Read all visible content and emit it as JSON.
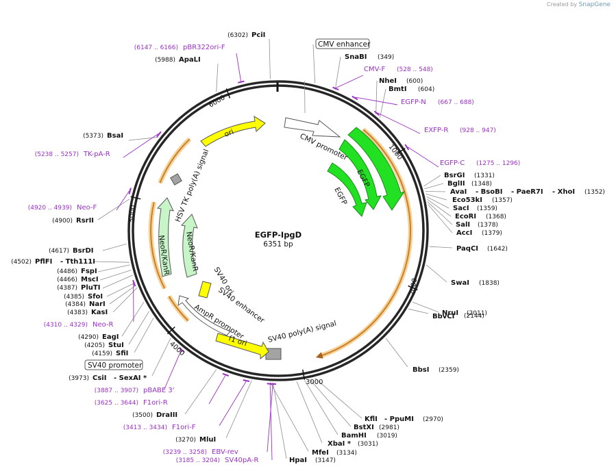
{
  "credit": {
    "prefix": "Created by",
    "brand": "SnapGene"
  },
  "plasmid": {
    "name": "EGFP-IpgD",
    "size": "6351 bp"
  },
  "ticks": [
    "1000",
    "2000",
    "3000",
    "4000",
    "5000",
    "6000"
  ],
  "features": [
    {
      "name": "CMV enhancer",
      "boxed": true
    },
    {
      "name": "CMV promoter"
    },
    {
      "name": "EGFP"
    },
    {
      "name": "EGFP"
    },
    {
      "name": "SV40 poly(A) signal"
    },
    {
      "name": "f1 ori"
    },
    {
      "name": "AmpR promoter"
    },
    {
      "name": "SV40 enhancer"
    },
    {
      "name": "SV40 ori"
    },
    {
      "name": "NeoR/KanR"
    },
    {
      "name": "NeoR/KanR"
    },
    {
      "name": "HSV TK poly(A) signal"
    },
    {
      "name": "ori"
    },
    {
      "name": "SV40 promoter",
      "boxed": true
    }
  ],
  "sites": [
    {
      "name": "PciI",
      "pos": "(6302)"
    },
    {
      "name": "ApaLI",
      "pos": "(5988)"
    },
    {
      "name": "BsaI",
      "pos": "(5373)"
    },
    {
      "name": "RsrII",
      "pos": "(4900)"
    },
    {
      "name": "BsrDI",
      "pos": "(4617)"
    },
    {
      "name": "PflFI",
      "pos": "(4502)"
    },
    {
      "name": "- Tth111I",
      "pos": ""
    },
    {
      "name": "FspI",
      "pos": "(4486)"
    },
    {
      "name": "MscI",
      "pos": "(4466)"
    },
    {
      "name": "PluTI",
      "pos": "(4387)"
    },
    {
      "name": "SfoI",
      "pos": "(4385)"
    },
    {
      "name": "NarI",
      "pos": "(4384)"
    },
    {
      "name": "KasI",
      "pos": "(4383)"
    },
    {
      "name": "EagI",
      "pos": "(4290)"
    },
    {
      "name": "StuI",
      "pos": "(4205)"
    },
    {
      "name": "SfiI",
      "pos": "(4159)"
    },
    {
      "name": "CsiI",
      "pos": "(3973)"
    },
    {
      "name": "- SexAI *",
      "pos": ""
    },
    {
      "name": "DraIII",
      "pos": "(3500)"
    },
    {
      "name": "MluI",
      "pos": "(3270)"
    },
    {
      "name": "HpaI",
      "pos": "(3147)"
    },
    {
      "name": "MfeI",
      "pos": "(3134)"
    },
    {
      "name": "XbaI *",
      "pos": "(3031)"
    },
    {
      "name": "BamHI",
      "pos": "(3019)"
    },
    {
      "name": "BstXI",
      "pos": "(2981)"
    },
    {
      "name": "KflI",
      "pos": ""
    },
    {
      "name": "- PpuMI",
      "pos": "(2970)"
    },
    {
      "name": "BbsI",
      "pos": "(2359)"
    },
    {
      "name": "BbvCI",
      "pos": "(2144)"
    },
    {
      "name": "NruI",
      "pos": "(2011)"
    },
    {
      "name": "SwaI",
      "pos": "(1838)"
    },
    {
      "name": "PaqCI",
      "pos": "(1642)"
    },
    {
      "name": "AccI",
      "pos": "(1379)"
    },
    {
      "name": "SalI",
      "pos": "(1378)"
    },
    {
      "name": "EcoRI",
      "pos": "(1368)"
    },
    {
      "name": "SacI",
      "pos": "(1359)"
    },
    {
      "name": "Eco53kI",
      "pos": "(1357)"
    },
    {
      "name": "AvaI",
      "pos": ""
    },
    {
      "name": "- BsoBI",
      "pos": ""
    },
    {
      "name": "- PaeR7I",
      "pos": ""
    },
    {
      "name": "- XhoI",
      "pos": "(1352)"
    },
    {
      "name": "BglII",
      "pos": "(1348)"
    },
    {
      "name": "BsrGI",
      "pos": "(1331)"
    },
    {
      "name": "BmtI",
      "pos": "(604)"
    },
    {
      "name": "NheI",
      "pos": "(600)"
    },
    {
      "name": "SnaBI",
      "pos": "(349)"
    }
  ],
  "primers": [
    {
      "name": "pBR322ori-F",
      "range": "(6147 .. 6166)"
    },
    {
      "name": "TK-pA-R",
      "range": "(5238 .. 5257)"
    },
    {
      "name": "Neo-F",
      "range": "(4920 .. 4939)"
    },
    {
      "name": "Neo-R",
      "range": "(4310 .. 4329)"
    },
    {
      "name": "pBABE 3'",
      "range": "(3887 .. 3907)"
    },
    {
      "name": "F1ori-R",
      "range": "(3625 .. 3644)"
    },
    {
      "name": "F1ori-F",
      "range": "(3413 .. 3434)"
    },
    {
      "name": "EBV-rev",
      "range": "(3239 .. 3258)"
    },
    {
      "name": "SV40pA-R",
      "range": "(3185 .. 3204)"
    },
    {
      "name": "CMV-F",
      "range": "(528 .. 548)"
    },
    {
      "name": "EGFP-N",
      "range": "(667 .. 688)"
    },
    {
      "name": "EXFP-R",
      "range": "(928 .. 947)"
    },
    {
      "name": "EGFP-C",
      "range": "(1275 .. 1296)"
    }
  ],
  "colors": {
    "backbone": "#262626",
    "primer": "#9a2fc4",
    "gfp": "#22e022",
    "gfp_stroke": "#1a8a1a",
    "ori": "#ffff00",
    "neo": "#c8f5c8",
    "promoter": "#ffffff",
    "polya": "#a3a3a3",
    "orf_halo": "#f7d39a",
    "orf_core": "#c8802a",
    "connector": "#8c8c8c"
  }
}
